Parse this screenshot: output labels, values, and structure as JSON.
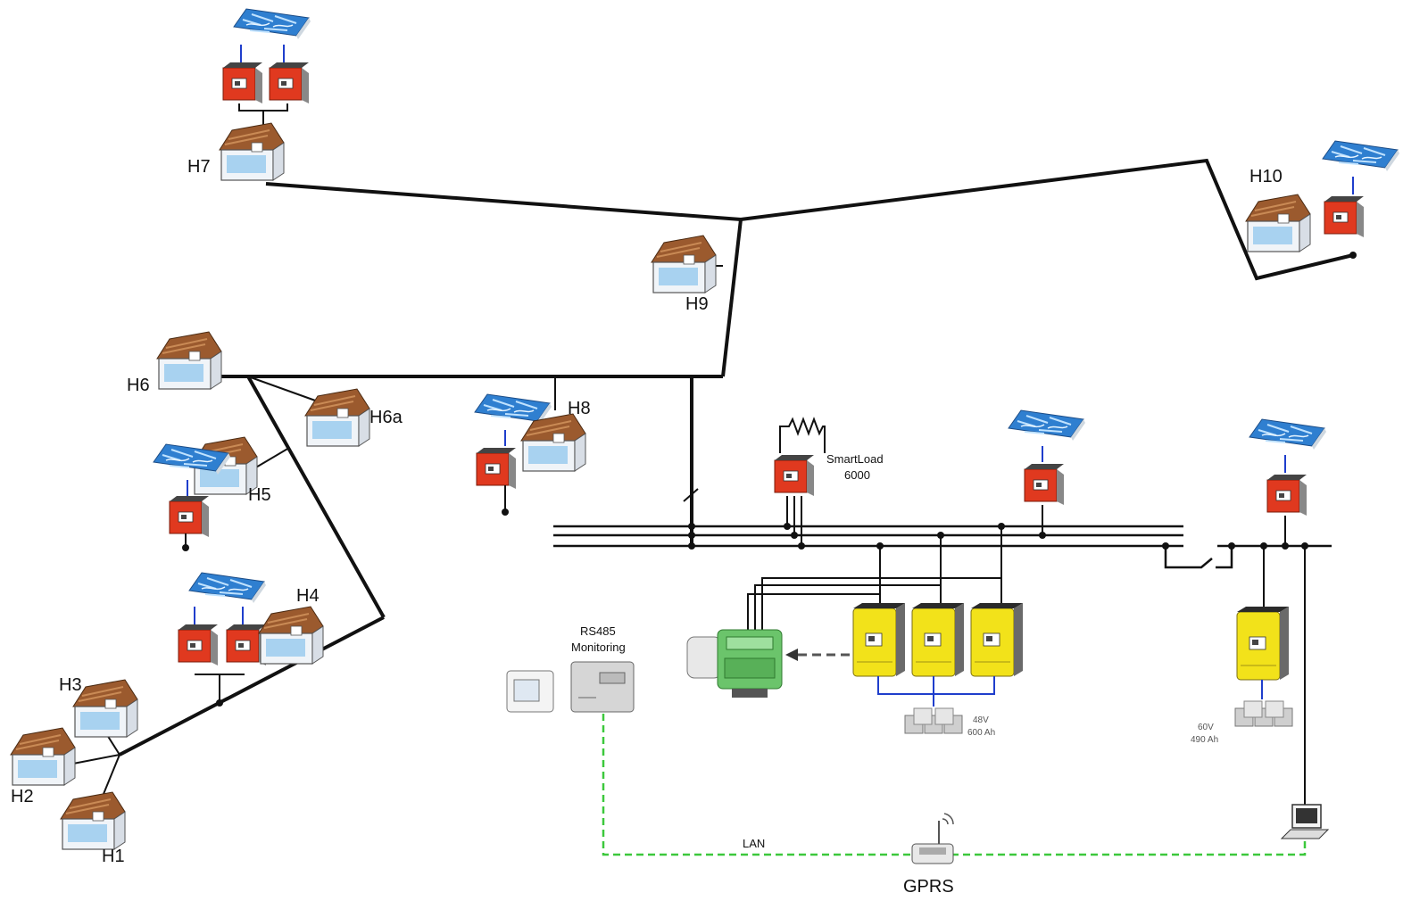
{
  "houses": {
    "h1": "H1",
    "h2": "H2",
    "h3": "H3",
    "h4": "H4",
    "h5": "H5",
    "h6": "H6",
    "h6a": "H6a",
    "h7": "H7",
    "h8": "H8",
    "h9": "H9",
    "h10": "H10"
  },
  "smartload": {
    "line1": "SmartLoad",
    "line2": "6000"
  },
  "monitoring": {
    "line1": "RS485",
    "line2": "Monitoring"
  },
  "battery1": {
    "line1": "48V",
    "line2": "600 Ah"
  },
  "battery2": {
    "line1": "60V",
    "line2": "490 Ah"
  },
  "network": {
    "lan": "LAN",
    "gprs": "GPRS"
  },
  "colors": {
    "inverter_red": "#e0391f",
    "solar_blue": "#2f7fd0",
    "sunny_island_yellow": "#f2e21a",
    "generator_green": "#6bc46b",
    "lan_green": "#3cc83c",
    "dc_blue": "#1f3ecc"
  },
  "icons": [
    "house-icon",
    "solar-panel-icon",
    "inverter-icon",
    "resistor-icon",
    "generator-icon",
    "battery-icon",
    "router-icon",
    "computer-icon",
    "display-icon"
  ]
}
